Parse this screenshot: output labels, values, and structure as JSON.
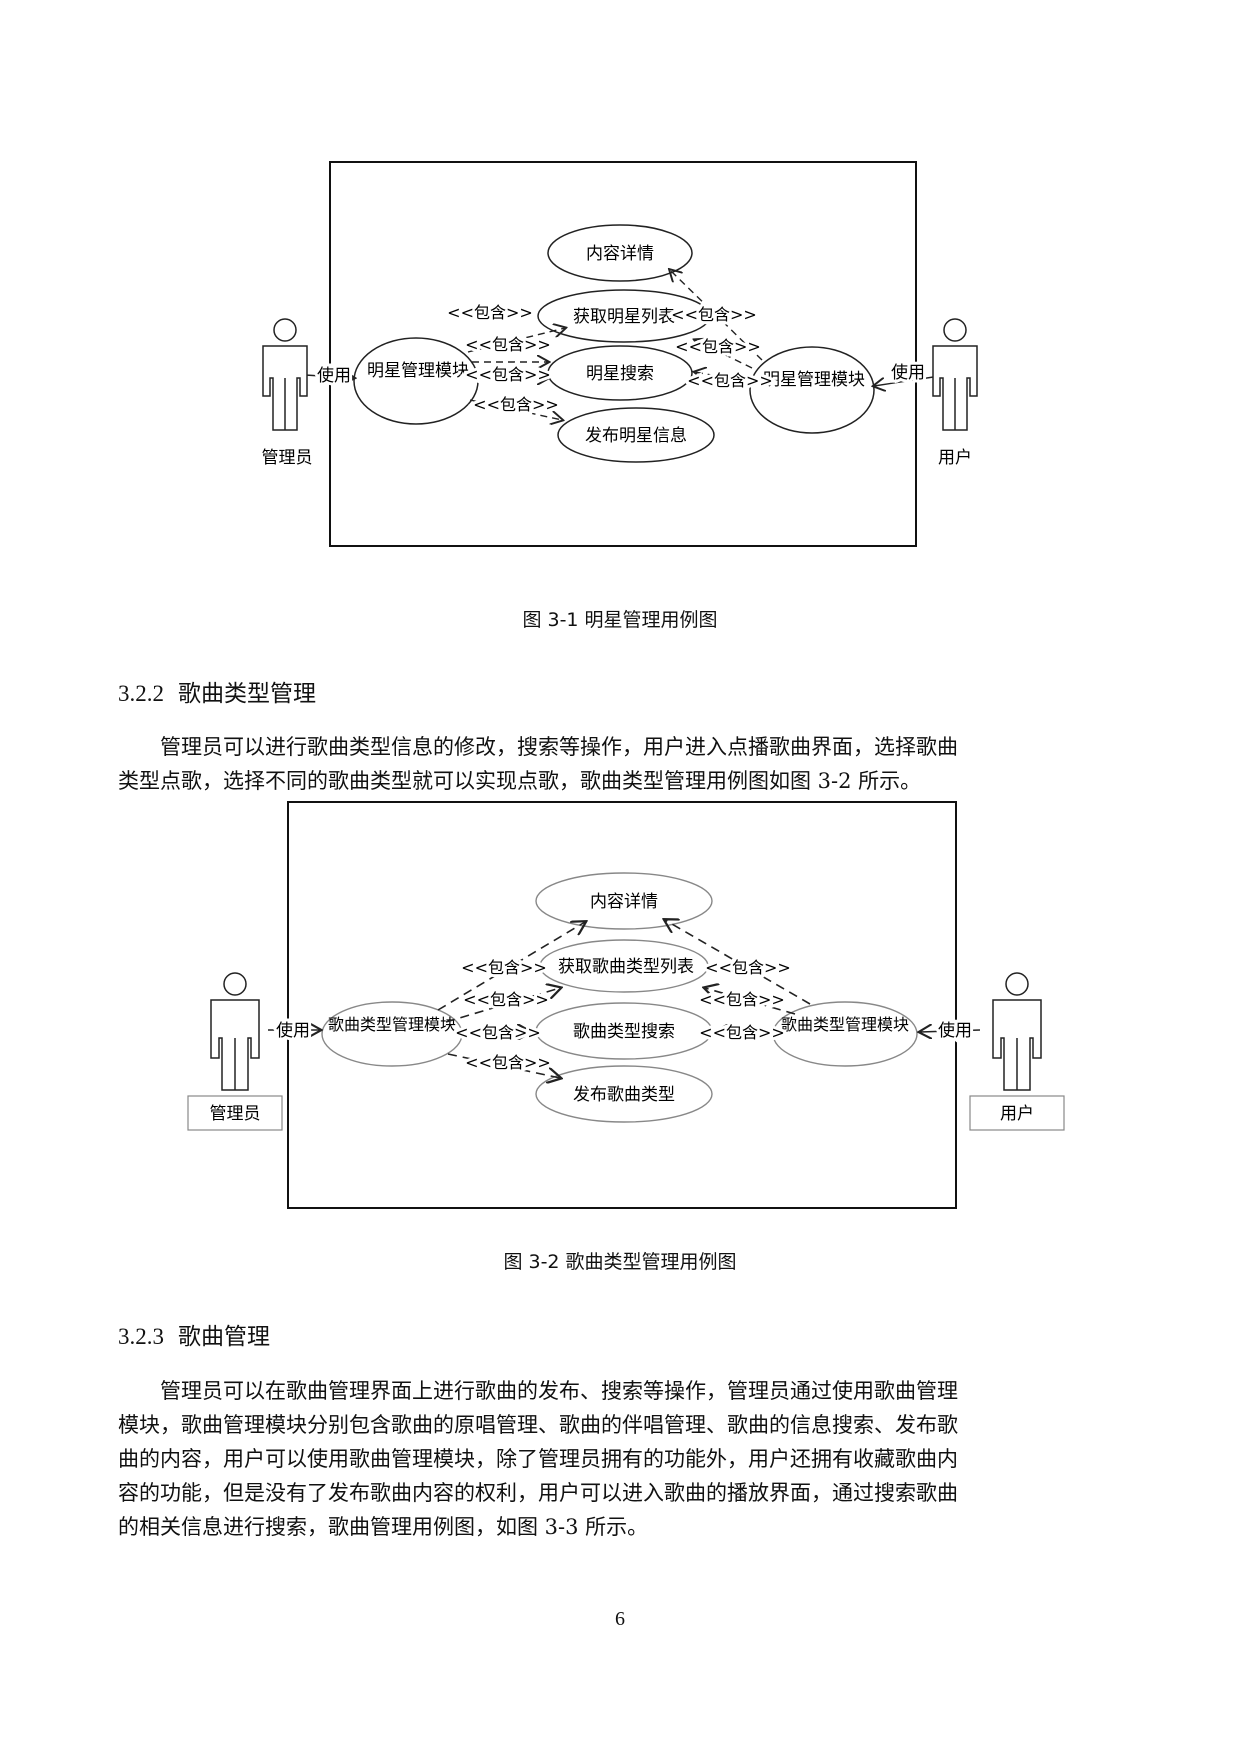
{
  "figure1": {
    "nodes": {
      "detail": "内容详情",
      "get_list": "获取明星列表",
      "search": "明星搜索",
      "publish": "发布明星信息",
      "admin_module": "明星管理模块",
      "user_module": "明星管理模块"
    },
    "actors": {
      "admin": "管理员",
      "user": "用户"
    },
    "use_label": "使用",
    "include_label": "<<包含>>",
    "caption": "图 3-1  明星管理用例图"
  },
  "section_322": {
    "number": "3.2.2",
    "title": "歌曲类型管理",
    "paragraph_lines": [
      "管理员可以进行歌曲类型信息的修改，搜索等操作，用户进入点播歌曲界面，选择歌曲",
      "类型点歌，选择不同的歌曲类型就可以实现点歌，歌曲类型管理用例图如图 3-2 所示。"
    ]
  },
  "figure2": {
    "nodes": {
      "detail": "内容详情",
      "get_list": "获取歌曲类型列表",
      "search": "歌曲类型搜索",
      "publish": "发布歌曲类型",
      "admin_module": "歌曲类型管理模块",
      "user_module": "歌曲类型管理模块"
    },
    "actors": {
      "admin": "管理员",
      "user": "用户"
    },
    "use_label": "使用",
    "include_label": "<<包含>>",
    "caption": "图 3-2  歌曲类型管理用例图"
  },
  "section_323": {
    "number": "3.2.3",
    "title": "歌曲管理",
    "paragraph_lines": [
      "管理员可以在歌曲管理界面上进行歌曲的发布、搜索等操作，管理员通过使用歌曲管理",
      "模块，歌曲管理模块分别包含歌曲的原唱管理、歌曲的伴唱管理、歌曲的信息搜索、发布歌",
      "曲的内容，用户可以使用歌曲管理模块，除了管理员拥有的功能外，用户还拥有收藏歌曲内",
      "容的功能，但是没有了发布歌曲内容的权利，用户可以进入歌曲的播放界面，通过搜索歌曲",
      "的相关信息进行搜索，歌曲管理用例图，如图 3-3 所示。"
    ]
  },
  "page_number": "6"
}
